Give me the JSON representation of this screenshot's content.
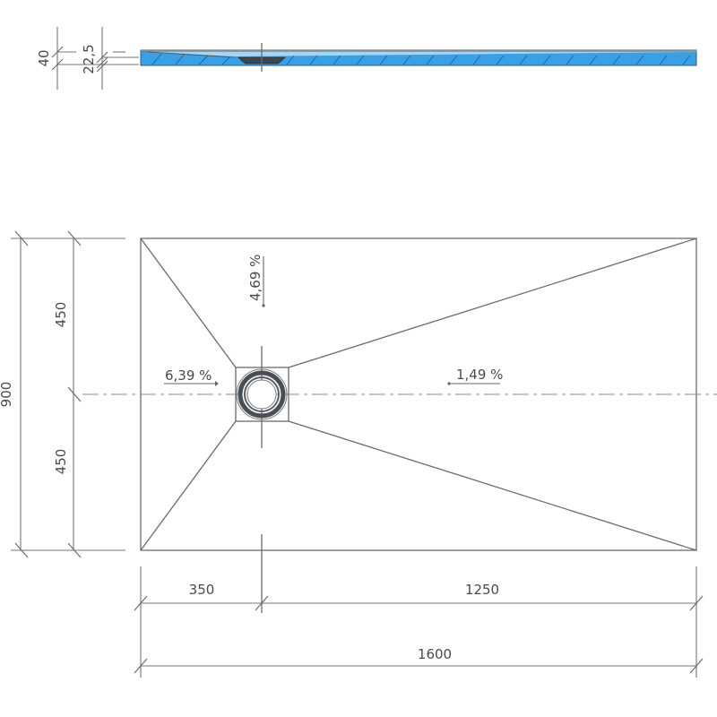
{
  "drawing": {
    "subject": "shower tray technical drawing",
    "colors": {
      "line": "#6b6b6b",
      "section_fill": "#3aa0e6",
      "section_edge": "#2d5d85",
      "drain_dark": "#3b4650",
      "text": "#4a4a4a"
    }
  },
  "section_view": {
    "dim_total_height": "40",
    "dim_edge_height": "22,5"
  },
  "plan_view": {
    "slopes": {
      "left": "6,39 %",
      "top": "4,69 %",
      "right": "1,49 %"
    },
    "dims": {
      "width_total": "1600",
      "drain_offset_x": "350",
      "drain_to_right": "1250",
      "depth_total": "900",
      "depth_upper": "450",
      "depth_lower": "450"
    },
    "drain_icon": "round-drain-icon"
  }
}
